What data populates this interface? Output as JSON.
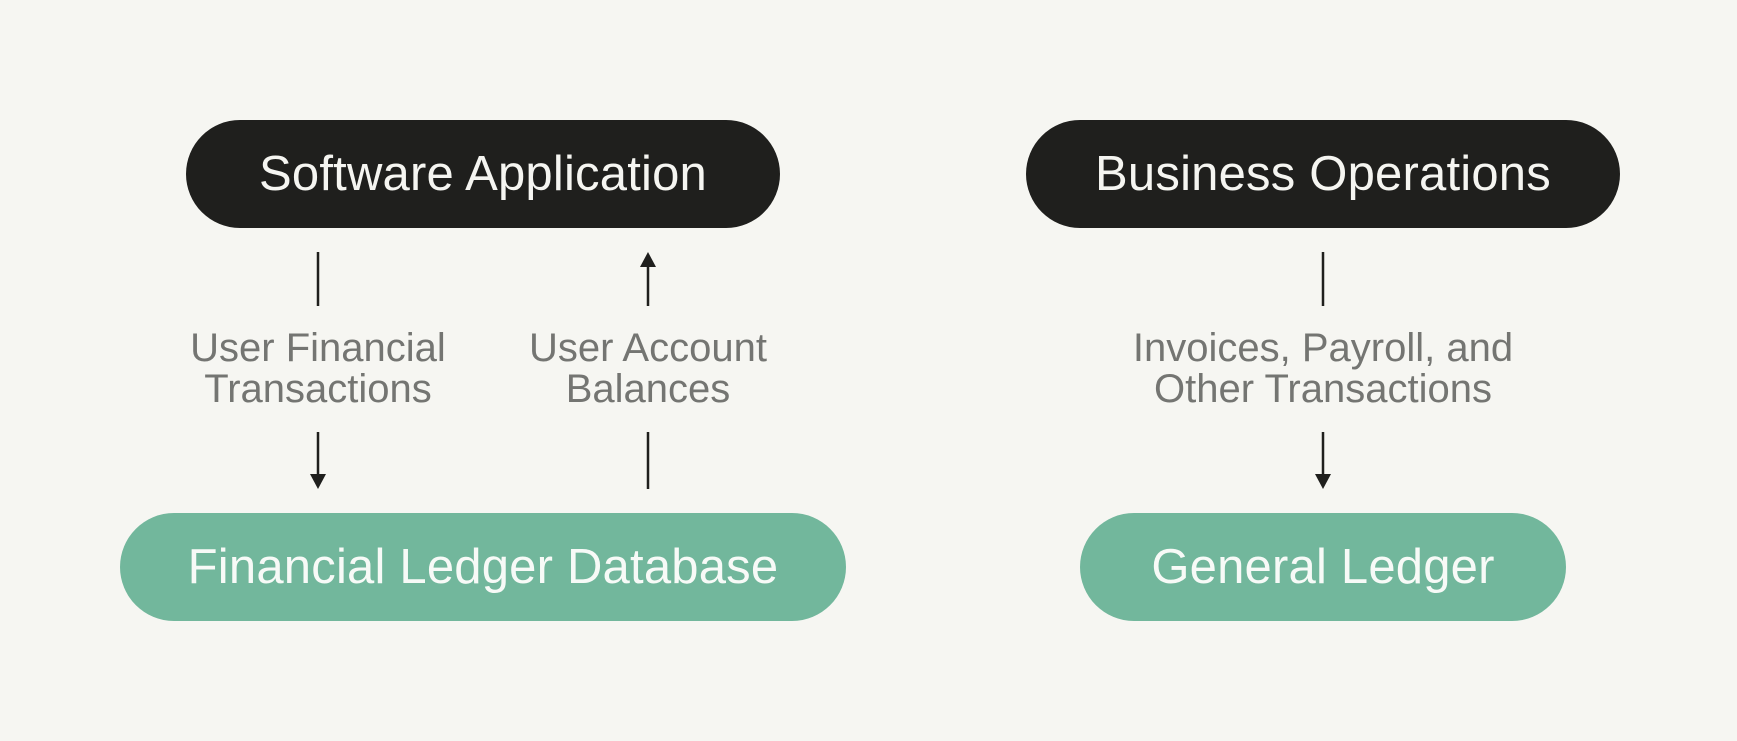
{
  "diagrams": [
    {
      "source": {
        "label": "Software Application",
        "color": "#1f1f1d"
      },
      "target": {
        "label": "Financial Ledger Database",
        "color": "#72b79c"
      },
      "flows": [
        {
          "direction": "down",
          "label_lines": [
            "User Financial",
            "Transactions"
          ]
        },
        {
          "direction": "up",
          "label_lines": [
            "User Account",
            "Balances"
          ]
        }
      ]
    },
    {
      "source": {
        "label": "Business Operations",
        "color": "#1f1f1d"
      },
      "target": {
        "label": "General Ledger",
        "color": "#72b79c"
      },
      "flows": [
        {
          "direction": "down",
          "label_lines": [
            "Invoices, Payroll, and",
            "Other Transactions"
          ]
        }
      ]
    }
  ]
}
